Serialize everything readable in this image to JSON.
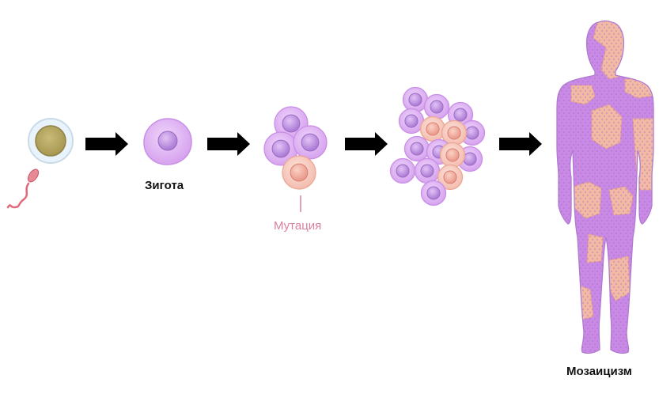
{
  "labels": {
    "zygote": "Зигота",
    "mutation": "Мутация",
    "mosaicism": "Мозаицизм"
  },
  "icons": [
    "egg-cell-icon",
    "sperm-icon",
    "arrow-right-icon",
    "cell-icon",
    "human-body-icon"
  ],
  "colors": {
    "normal_cell": "#d9a6f0",
    "normal_nucleus": "#b98ad9",
    "mutant_cell": "#f6c8bd",
    "mutant_nucleus": "#f0a898",
    "body_normal": "#c48be6",
    "body_mutant": "#f2b9a5",
    "egg_yolk": "#b8aa62",
    "sperm": "#e06a7a",
    "arrow": "#000000",
    "mutation_text": "#d97fa0"
  }
}
